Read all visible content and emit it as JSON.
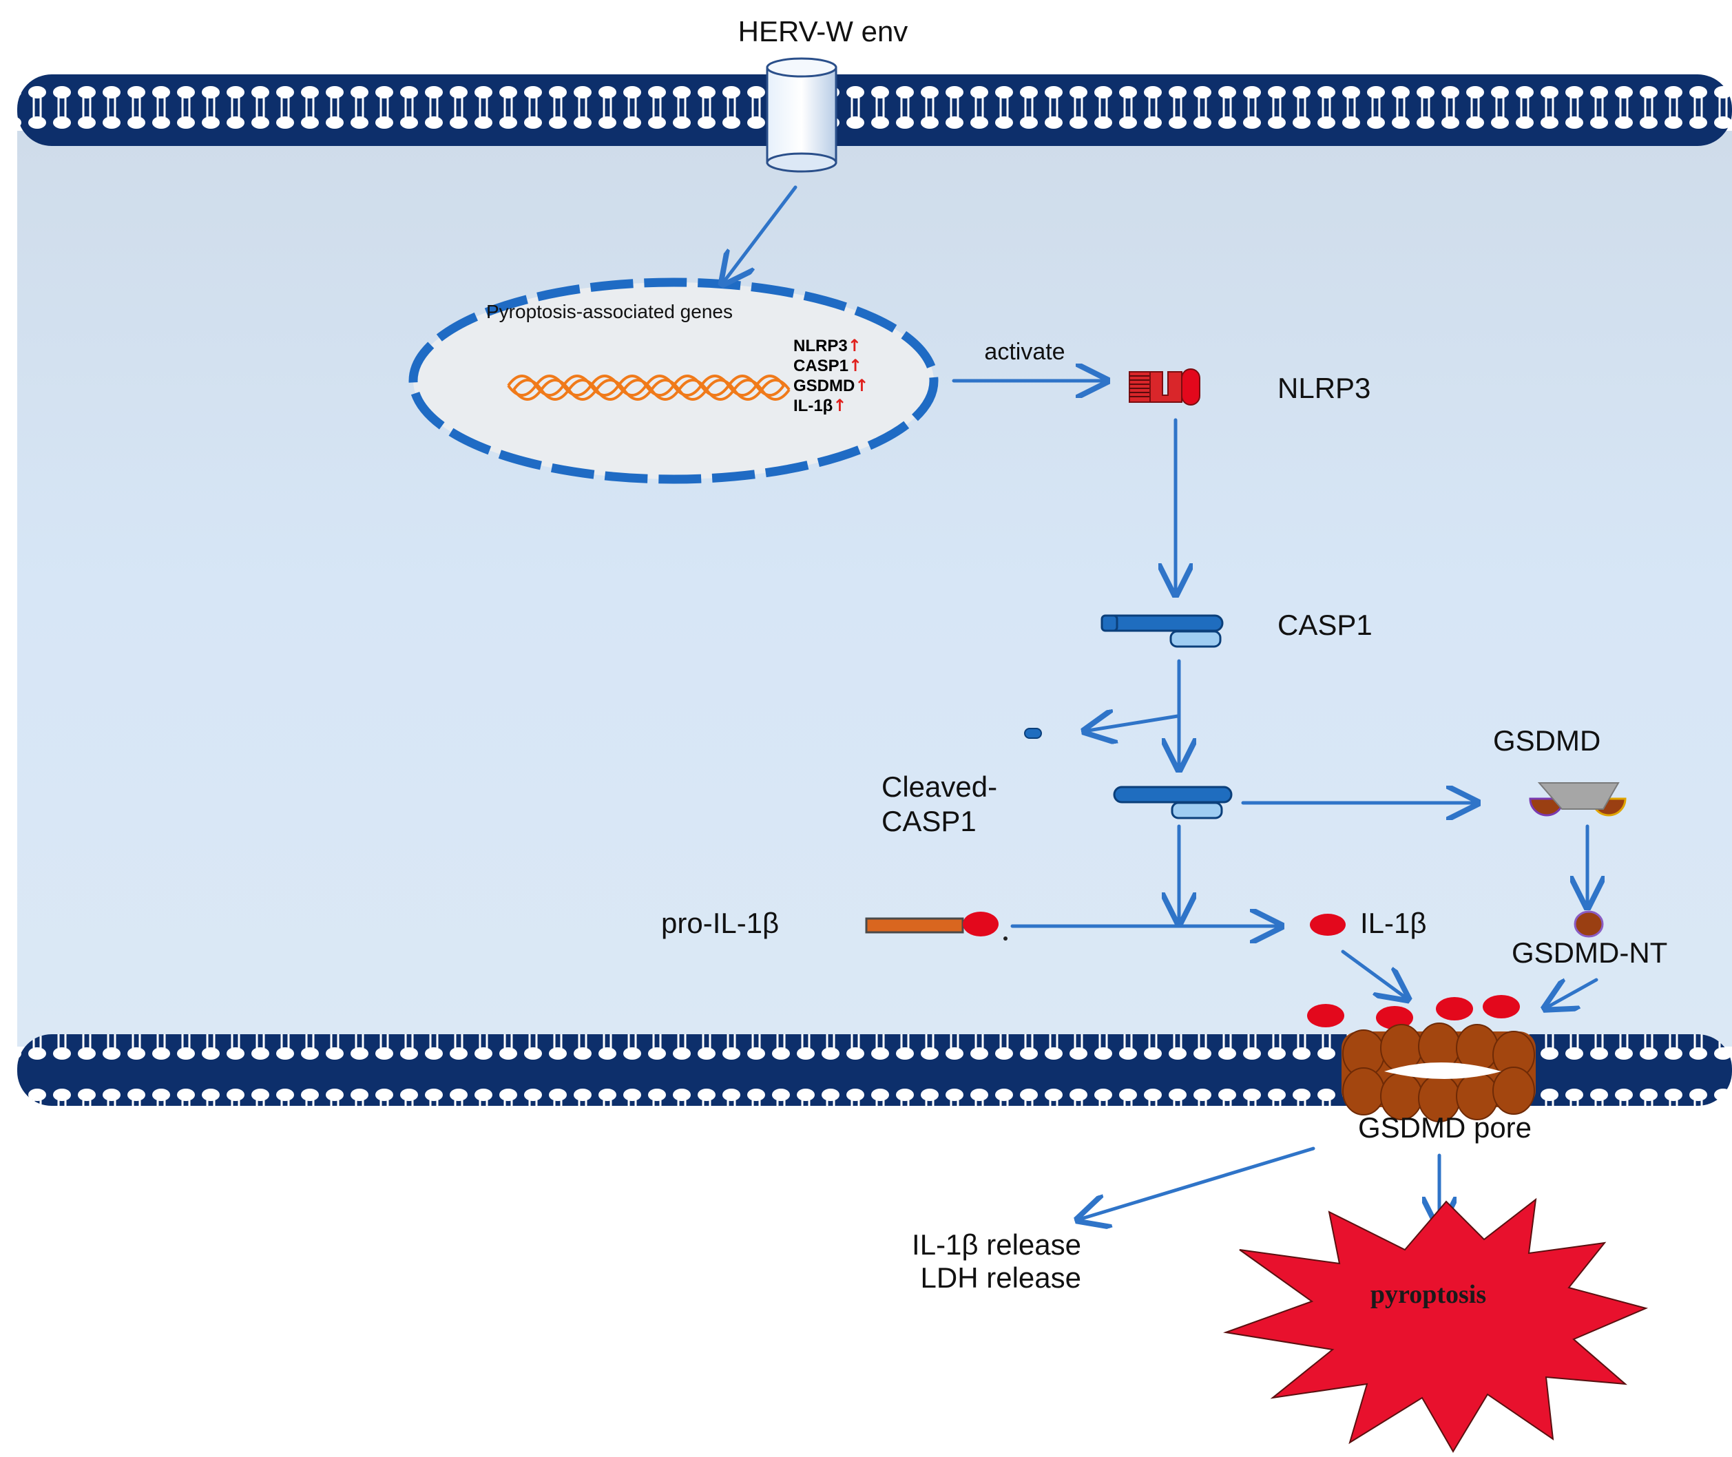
{
  "labels": {
    "herv": "HERV-W env",
    "genes_title": "Pyroptosis-associated genes",
    "activate": "activate",
    "nlrp3": "NLRP3",
    "casp1": "CASP1",
    "cleaved_line1": "Cleaved-",
    "cleaved_line2": "CASP1",
    "gsdmd": "GSDMD",
    "pro_il1b": "pro-IL-1β",
    "il1b": "IL-1β",
    "gsdmd_nt": "GSDMD-NT",
    "gsdmd_pore": "GSDMD pore",
    "il1b_release": "IL-1β release",
    "ldh_release": "LDH release",
    "pyroptosis": "pyroptosis"
  },
  "genes": [
    {
      "name": "NLRP3",
      "mark": "↑"
    },
    {
      "name": "CASP1",
      "mark": "↑"
    },
    {
      "name": "GSDMD",
      "mark": "↑"
    },
    {
      "name": "IL-1β",
      "mark": "↑"
    }
  ],
  "colors": {
    "membrane": "#0d2f6b",
    "cytoplasm": "#d6e5f5",
    "arrow": "#2f74c8",
    "nucleus": "#1f6bc4",
    "dna": "#f07a1a",
    "nlrp3": "#d9262a",
    "casp1_dark": "#1f6dbf",
    "casp1_light": "#9fcdf2",
    "il1b": "#e3081c",
    "pro_bar": "#d9661f",
    "gsdmd_brown": "#9a3f12",
    "gsdmd_grey": "#a6a6a6",
    "pore": "#a3460f",
    "star": "#e8112d"
  }
}
